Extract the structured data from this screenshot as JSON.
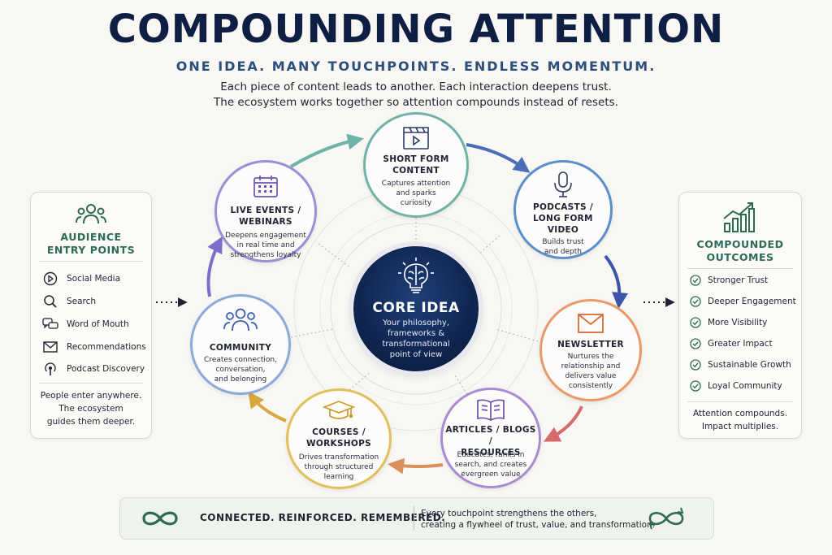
{
  "header": {
    "title": "COMPOUNDING ATTENTION",
    "subtitle": "ONE IDEA. MANY TOUCHPOINTS. ENDLESS MOMENTUM.",
    "description_line1": "Each piece of content leads to another. Each interaction deepens trust.",
    "description_line2": "The ecosystem works together so attention compounds instead of resets."
  },
  "entry_card": {
    "title_line1": "AUDIENCE",
    "title_line2": "ENTRY POINTS",
    "icon": "people-group-icon",
    "items": [
      {
        "label": "Social Media",
        "icon": "play-circle-icon"
      },
      {
        "label": "Search",
        "icon": "magnifier-icon"
      },
      {
        "label": "Word of Mouth",
        "icon": "chat-bubbles-icon"
      },
      {
        "label": "Recommendations",
        "icon": "envelope-icon"
      },
      {
        "label": "Podcast Discovery",
        "icon": "podcast-icon"
      }
    ],
    "footer_line1": "People enter anywhere.",
    "footer_line2": "The ecosystem",
    "footer_line3": "guides them deeper."
  },
  "outcomes_card": {
    "title_line1": "COMPOUNDED",
    "title_line2": "OUTCOMES",
    "icon": "growth-chart-icon",
    "items": [
      {
        "label": "Stronger Trust"
      },
      {
        "label": "Deeper Engagement"
      },
      {
        "label": "More Visibility"
      },
      {
        "label": "Greater Impact"
      },
      {
        "label": "Sustainable Growth"
      },
      {
        "label": "Loyal Community"
      }
    ],
    "footer_line1": "Attention compounds.",
    "footer_line2": "Impact multiplies."
  },
  "core": {
    "title": "CORE IDEA",
    "desc_line1": "Your philosophy,",
    "desc_line2": "frameworks &",
    "desc_line3": "transformational",
    "desc_line4": "point of view",
    "icon": "brain-bulb-icon"
  },
  "nodes": {
    "short_form": {
      "title1": "SHORT FORM",
      "title2": "CONTENT",
      "desc1": "Captures attention",
      "desc2": "and sparks",
      "desc3": "curiosity",
      "icon": "clapperboard-icon",
      "color": "#6fb3a8"
    },
    "podcasts": {
      "title1": "PODCASTS /",
      "title2": "LONG FORM",
      "title3": "VIDEO",
      "desc1": "Builds trust",
      "desc2": "and depth",
      "icon": "microphone-icon",
      "color": "#5a8fc9"
    },
    "newsletter": {
      "title1": "NEWSLETTER",
      "desc1": "Nurtures the",
      "desc2": "relationship and",
      "desc3": "delivers value",
      "desc4": "consistently",
      "icon": "envelope-icon",
      "color": "#e89a6a"
    },
    "articles": {
      "title1": "ARTICLES / BLOGS /",
      "title2": "RESOURCES",
      "desc1": "Educates, ranks in",
      "desc2": "search, and creates",
      "desc3": "evergreen value",
      "icon": "open-book-icon",
      "color": "#a88bd0"
    },
    "courses": {
      "title1": "COURSES /",
      "title2": "WORKSHOPS",
      "desc1": "Drives transformation",
      "desc2": "through structured",
      "desc3": "learning",
      "icon": "graduation-cap-icon",
      "color": "#e2bf5a"
    },
    "community": {
      "title1": "COMMUNITY",
      "desc1": "Creates connection,",
      "desc2": "conversation,",
      "desc3": "and belonging",
      "icon": "people-group-icon",
      "color": "#8aa9dc"
    },
    "live_events": {
      "title1": "LIVE EVENTS /",
      "title2": "WEBINARS",
      "desc1": "Deepens engagement",
      "desc2": "in real time and",
      "desc3": "strengthens loyalty",
      "icon": "calendar-icon",
      "color": "#9b8fd6"
    }
  },
  "banner": {
    "main": "CONNECTED. REINFORCED. REMEMBERED.",
    "desc_line1": "Every touchpoint strengthens the others,",
    "desc_line2": "creating a flywheel of trust, value, and transformation.",
    "left_icon": "infinity-icon",
    "right_icon": "refresh-loop-icon"
  },
  "colors": {
    "navy": "#0f1f44",
    "accent_blue": "#2d4f7c",
    "green": "#2e6b57"
  }
}
